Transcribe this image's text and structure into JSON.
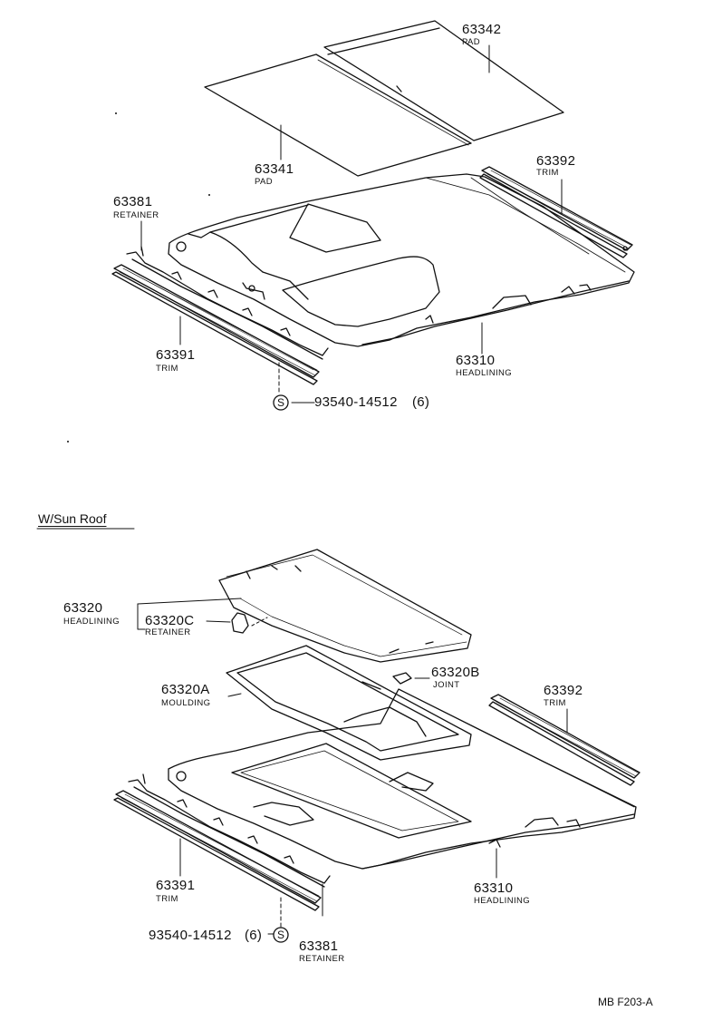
{
  "parts_top": {
    "p63342": {
      "number": "63342",
      "name": "PAD"
    },
    "p63341": {
      "number": "63341",
      "name": "PAD"
    },
    "p63381": {
      "number": "63381",
      "name": "RETAINER"
    },
    "p63392": {
      "number": "63392",
      "name": "TRIM"
    },
    "p63391": {
      "number": "63391",
      "name": "TRIM"
    },
    "p63310": {
      "number": "63310",
      "name": "HEADLINING"
    },
    "screw": {
      "symbol": "S",
      "number": "93540-14512",
      "qty": "(6)"
    }
  },
  "section_title": "W/Sun Roof",
  "parts_bottom": {
    "p63320": {
      "number": "63320",
      "name": "HEADLINING"
    },
    "p63320C": {
      "number": "63320C",
      "name": "RETAINER"
    },
    "p63320A": {
      "number": "63320A",
      "name": "MOULDING"
    },
    "p63320B": {
      "number": "63320B",
      "name": "JOINT"
    },
    "p63392": {
      "number": "63392",
      "name": "TRIM"
    },
    "p63391": {
      "number": "63391",
      "name": "TRIM"
    },
    "p63310": {
      "number": "63310",
      "name": "HEADLINING"
    },
    "p63381": {
      "number": "63381",
      "name": "RETAINER"
    },
    "screw": {
      "symbol": "S",
      "number": "93540-14512",
      "qty": "(6)"
    }
  },
  "footer_code": "MB F203-A",
  "line_color": "#111111",
  "background_color": "#ffffff"
}
